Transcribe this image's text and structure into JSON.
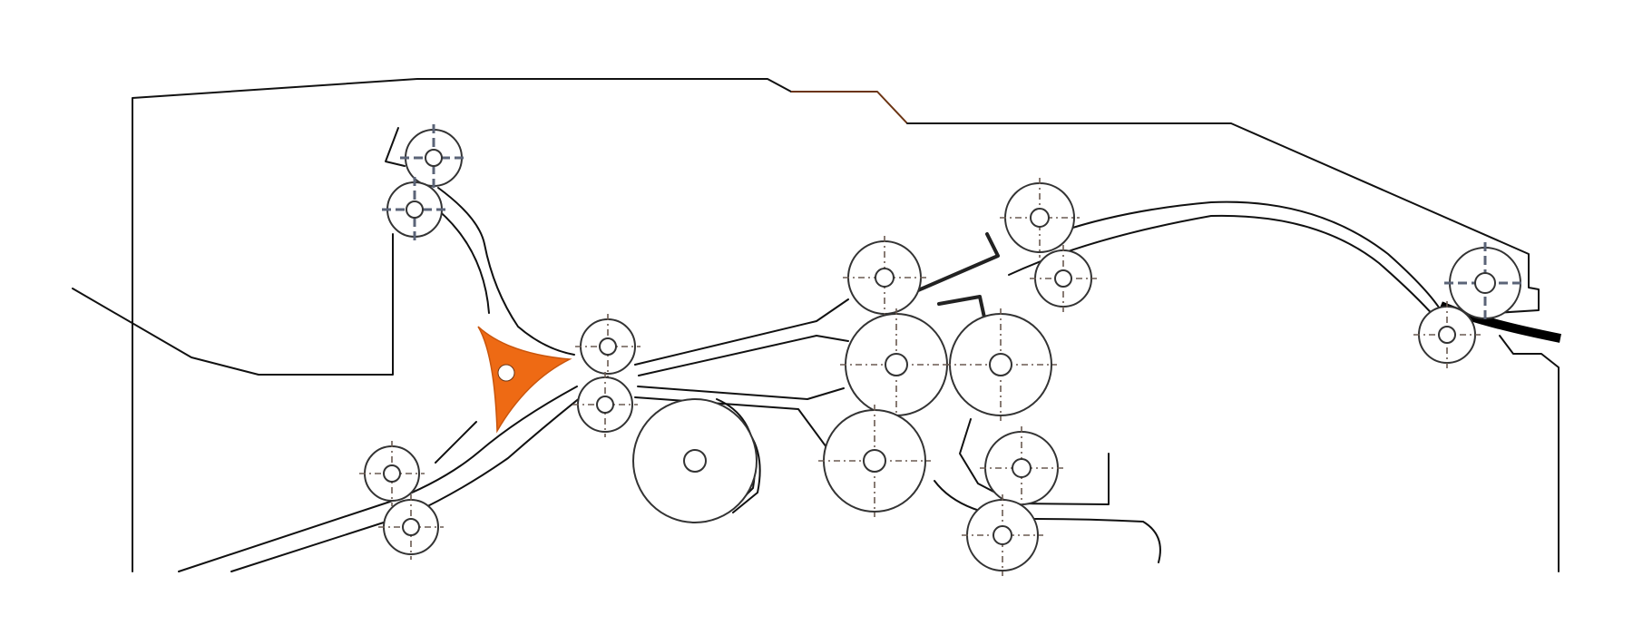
{
  "diagram": {
    "kind": "paper-path-mechanism",
    "colors": {
      "background": "#ffffff",
      "line": "#111111",
      "frame_accent": "#6b3413",
      "flapper": "#ee6a14",
      "belt": "#000000",
      "center_axis": "#5b6478"
    },
    "components": [
      "housing-frame",
      "upper-left-roller-pair",
      "orange-flapper",
      "center-roller-pair",
      "lower-left-roller-pair",
      "drum",
      "gear-cluster",
      "right-guide-rollers",
      "exit-roller-pair",
      "discharge-belt"
    ],
    "labels": []
  }
}
